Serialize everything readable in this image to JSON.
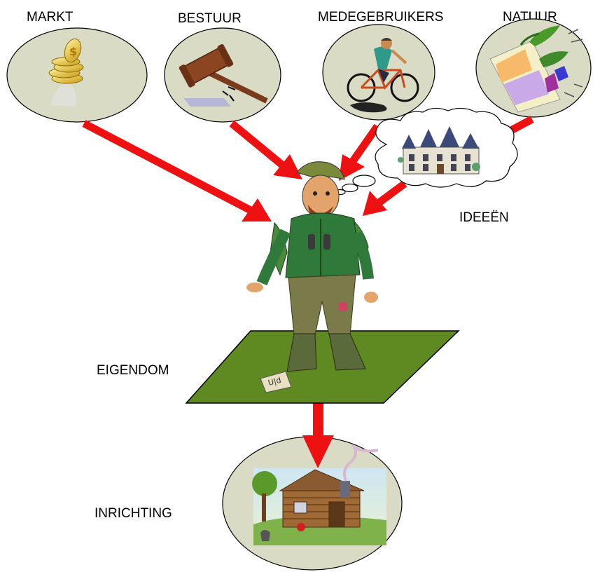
{
  "labels": {
    "markt": "MARKT",
    "bestuur": "BESTUUR",
    "medegebruikers": "MEDEGEBRUIKERS",
    "natuur": "NATUUR",
    "ideeen": "IDEEËN",
    "eigendom": "EIGENDOM",
    "inrichting": "INRICHTING"
  },
  "icons": {
    "markt": "coins-icon",
    "bestuur": "gavel-icon",
    "medegebruikers": "cyclist-icon",
    "natuur": "nature-collage-icon",
    "ideeen": "castle-icon",
    "eigendom": "green-field",
    "inrichting": "log-cabin-icon",
    "center": "hiker-figure"
  },
  "colors": {
    "arrow": "#ee1111",
    "oval_fill": "#d9dbc5",
    "field": "#5e8a21"
  }
}
